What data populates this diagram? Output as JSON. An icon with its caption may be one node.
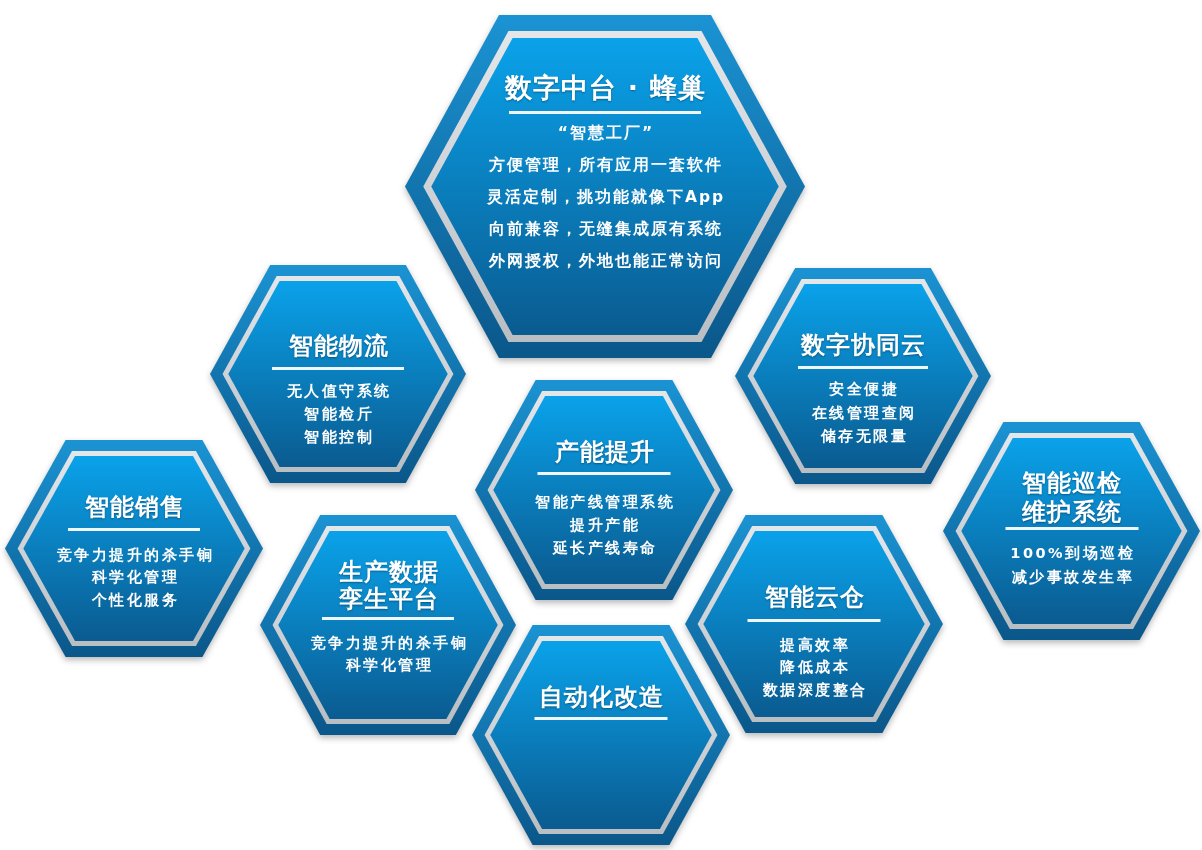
{
  "diagram": {
    "nodes": [
      {
        "text": [
          "数字中台 · 蜂巢",
          "“智慧工厂”",
          "方便管理，所有应用一套软件",
          "灵活定制，挑功能就像下App",
          "向前兼容，无缝集成原有系统",
          "外网授权，外地也能正常访问"
        ]
      },
      {
        "text": [
          "智能物流",
          "无人值守系统",
          "智能检斤",
          "智能控制"
        ]
      },
      {
        "text": [
          "数字协同云",
          "安全便捷",
          "在线管理查阅",
          "储存无限量"
        ]
      },
      {
        "text": [
          "产能提升",
          "智能产线管理系统",
          "提升产能",
          "延长产线寿命"
        ]
      },
      {
        "text": [
          "智能销售",
          "竞争力提升的杀手锏",
          "科学化管理",
          "个性化服务"
        ]
      },
      {
        "text": [
          "智能巡检维护系统",
          "100%到场巡检",
          "减少事故发生率"
        ]
      },
      {
        "text": [
          "生产数据孪生平台",
          "竞争力提升的杀手锏",
          "科学化管理"
        ]
      },
      {
        "text": [
          "智能云仓",
          "提高效率",
          "降低成本",
          "数据深度整合"
        ]
      },
      {
        "text": [
          "自动化改造"
        ]
      }
    ]
  }
}
